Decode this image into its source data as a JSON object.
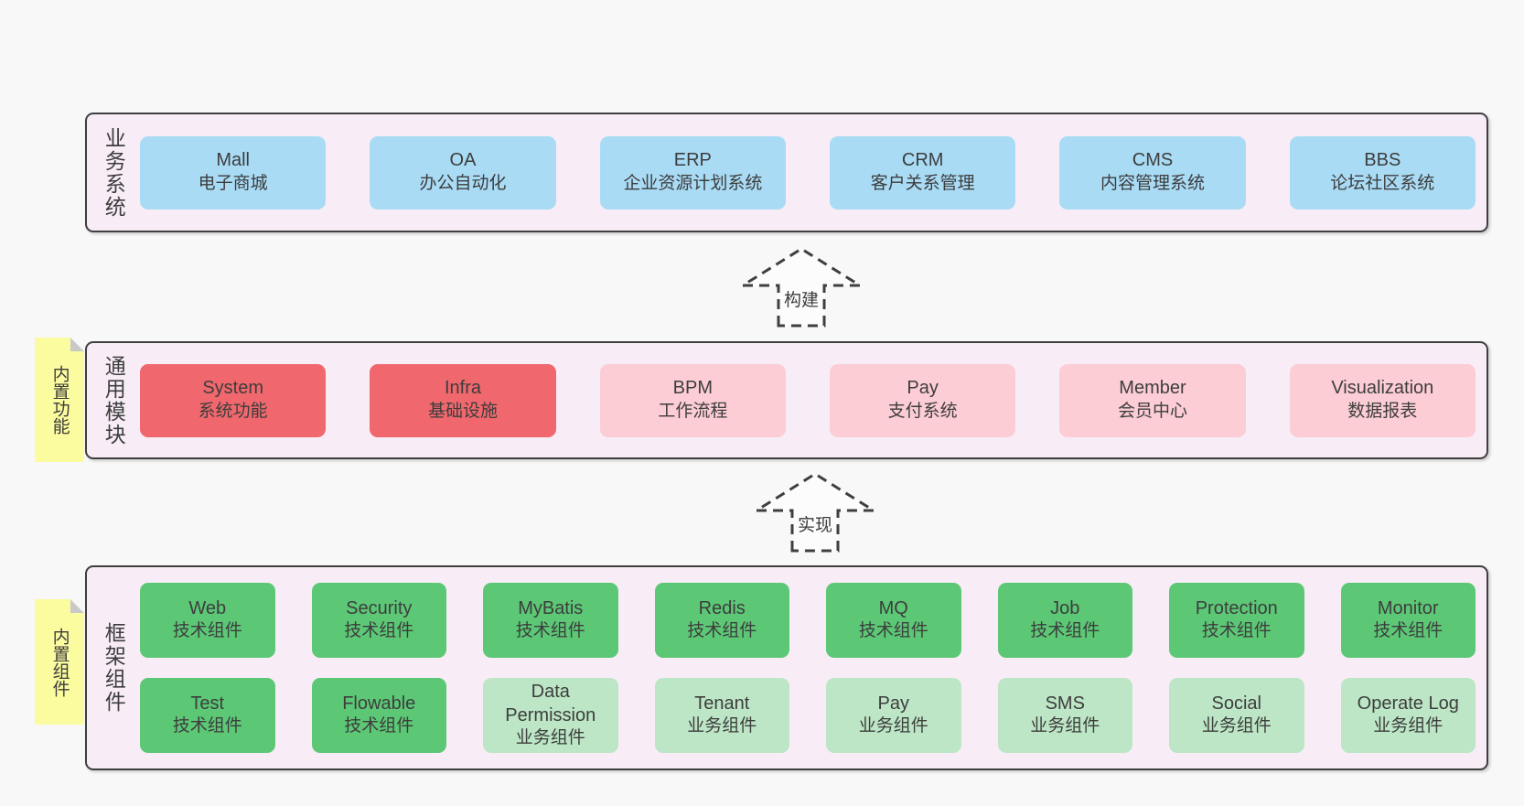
{
  "colors": {
    "page_bg": "#f8f8f8",
    "layer_bg": "#f8edf7",
    "layer_border": "#3f3f3f",
    "note_bg": "#fbfb9f",
    "note_fold": "#c9c9c9",
    "text": "#3d3d3d",
    "blue": "#a9dbf5",
    "red": "#f0686d",
    "pink": "#fccdd5",
    "green": "#5cc876",
    "light_green": "#bce6c5",
    "arrow_fill": "#fcfcfc"
  },
  "arrows": [
    {
      "label": "构建"
    },
    {
      "label": "实现"
    }
  ],
  "layers": [
    {
      "label": "业务系统",
      "rows": [
        [
          {
            "title": "Mall",
            "subtitle": "电子商城"
          },
          {
            "title": "OA",
            "subtitle": "办公自动化"
          },
          {
            "title": "ERP",
            "subtitle": "企业资源计划系统"
          },
          {
            "title": "CRM",
            "subtitle": "客户关系管理"
          },
          {
            "title": "CMS",
            "subtitle": "内容管理系统"
          },
          {
            "title": "BBS",
            "subtitle": "论坛社区系统"
          }
        ]
      ]
    },
    {
      "label": "通用模块",
      "note": "内置功能",
      "rows": [
        [
          {
            "title": "System",
            "subtitle": "系统功能"
          },
          {
            "title": "Infra",
            "subtitle": "基础设施"
          },
          {
            "title": "BPM",
            "subtitle": "工作流程"
          },
          {
            "title": "Pay",
            "subtitle": "支付系统"
          },
          {
            "title": "Member",
            "subtitle": "会员中心"
          },
          {
            "title": "Visualization",
            "subtitle": "数据报表"
          }
        ]
      ]
    },
    {
      "label": "框架组件",
      "note": "内置组件",
      "rows": [
        [
          {
            "title": "Web",
            "subtitle": "技术组件"
          },
          {
            "title": "Security",
            "subtitle": "技术组件"
          },
          {
            "title": "MyBatis",
            "subtitle": "技术组件"
          },
          {
            "title": "Redis",
            "subtitle": "技术组件"
          },
          {
            "title": "MQ",
            "subtitle": "技术组件"
          },
          {
            "title": "Job",
            "subtitle": "技术组件"
          },
          {
            "title": "Protection",
            "subtitle": "技术组件"
          },
          {
            "title": "Monitor",
            "subtitle": "技术组件"
          }
        ],
        [
          {
            "title": "Test",
            "subtitle": "技术组件"
          },
          {
            "title": "Flowable",
            "subtitle": "技术组件"
          },
          {
            "title": "Data Permission",
            "subtitle": "业务组件"
          },
          {
            "title": "Tenant",
            "subtitle": "业务组件"
          },
          {
            "title": "Pay",
            "subtitle": "业务组件"
          },
          {
            "title": "SMS",
            "subtitle": "业务组件"
          },
          {
            "title": "Social",
            "subtitle": "业务组件"
          },
          {
            "title": "Operate Log",
            "subtitle": "业务组件"
          }
        ]
      ]
    }
  ]
}
